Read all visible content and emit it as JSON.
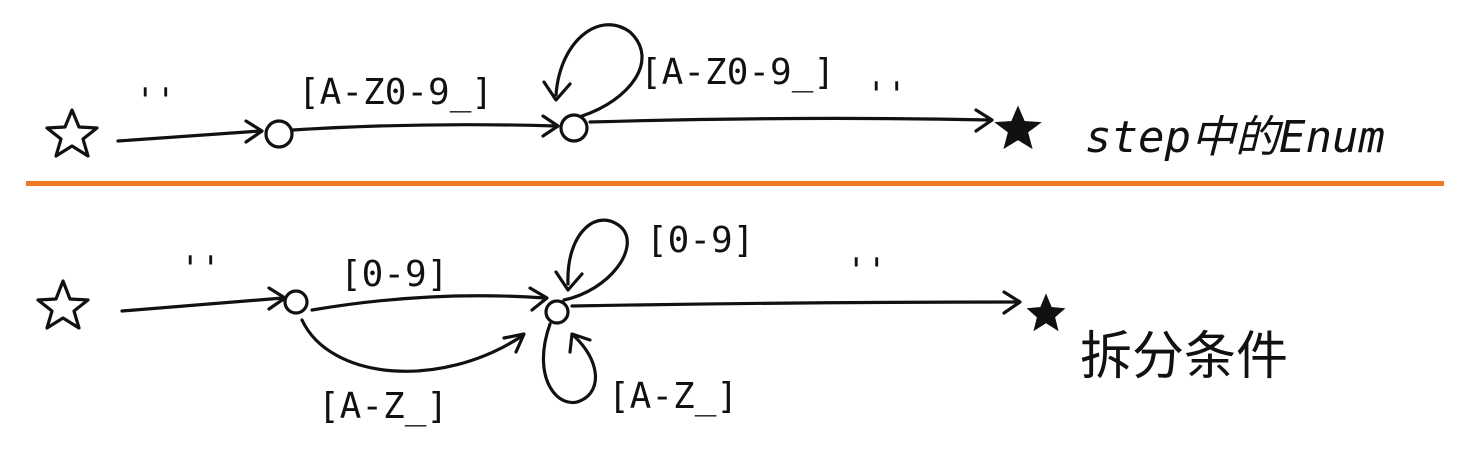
{
  "divider_color": "#ef7a22",
  "ink_color": "#111111",
  "top": {
    "caption": "step中的Enum",
    "edges": {
      "start_to_s1": "''",
      "s1_to_s2": "[A-Z0-9_]",
      "s2_loop": "[A-Z0-9_]",
      "s2_to_end": "''"
    },
    "start_icon": "star-outline-icon",
    "end_icon": "star-filled-icon"
  },
  "bottom": {
    "caption": "拆分条件",
    "edges": {
      "start_to_s1": "''",
      "s1_to_s2_digits": "[0-9]",
      "s1_to_s2_letters": "[A-Z_]",
      "s2_loop_digits": "[0-9]",
      "s2_loop_letters": "[A-Z_]",
      "s2_to_end": "''"
    },
    "start_icon": "star-outline-icon",
    "end_icon": "star-filled-icon"
  }
}
